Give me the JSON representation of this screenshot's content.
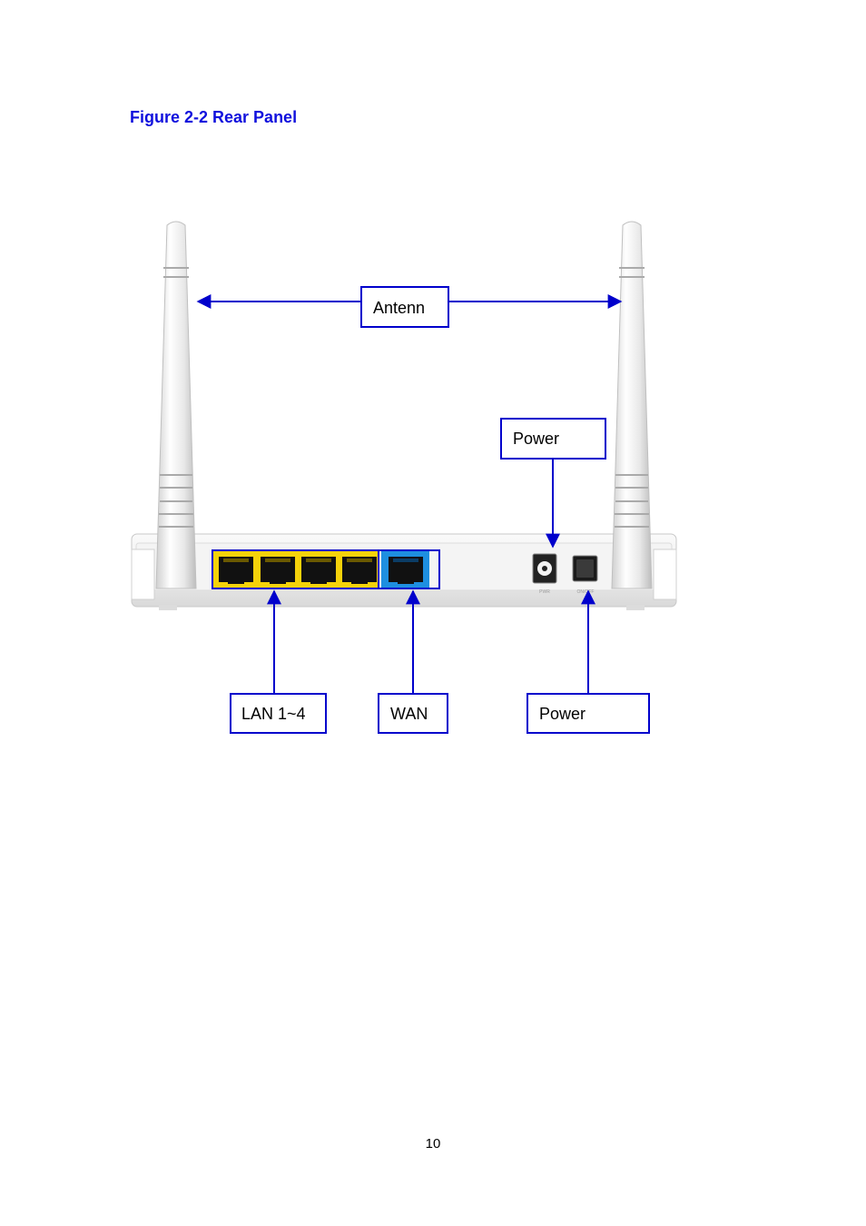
{
  "figure": {
    "caption": "Figure 2-2 Rear Panel",
    "callouts": {
      "antenna": "Antenn",
      "power_jack": "Power",
      "lan_ports": "LAN 1~4",
      "wan_port": "WAN",
      "power_switch": "Power"
    },
    "panel_markings": {
      "power_jack": "PWR",
      "power_switch": "ON/OFF"
    },
    "colors": {
      "callout_line": "#0000cc",
      "lan_ports": "#f5d20a",
      "wan_port": "#1e8fe0",
      "caption": "#1010dd"
    }
  },
  "page": {
    "number": "10"
  }
}
